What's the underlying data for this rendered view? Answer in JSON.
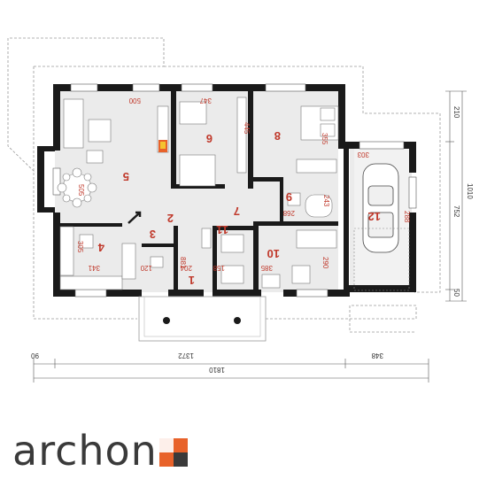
{
  "rooms": {
    "r1": "1",
    "r2": "2",
    "r3": "3",
    "r4": "4",
    "r5": "5",
    "r6": "6",
    "r7": "7",
    "r8": "8",
    "r9": "9",
    "r10": "10",
    "r11": "11",
    "r12": "12"
  },
  "room_dims": {
    "d500": "500",
    "d347": "347",
    "d445": "445",
    "d355": "355",
    "d505": "505",
    "d303": "303",
    "d243": "243",
    "d268": "268",
    "d288": "288",
    "d305": "305",
    "d341": "341",
    "d120": "120",
    "d881": "881",
    "d204": "204",
    "d158": "158",
    "d385": "385",
    "d290": "290"
  },
  "external_dims": {
    "bottom_left": "90",
    "bottom_mid": "1372",
    "bottom_right": "348",
    "bottom_total": "1810",
    "right_top": "210",
    "right_mid": "752",
    "right_bottom": "50",
    "right_total": "1010"
  },
  "colors": {
    "wall": "#1a1a1a",
    "floor": "#ebebeb",
    "label": "#c0392b",
    "brand_orange": "#e8622a",
    "brand_gray": "#3a3a3a"
  },
  "brand": {
    "name": "archon",
    "plus": "+"
  },
  "icons": [
    "fireplace-icon",
    "car-icon",
    "stair-arrow-icon"
  ]
}
